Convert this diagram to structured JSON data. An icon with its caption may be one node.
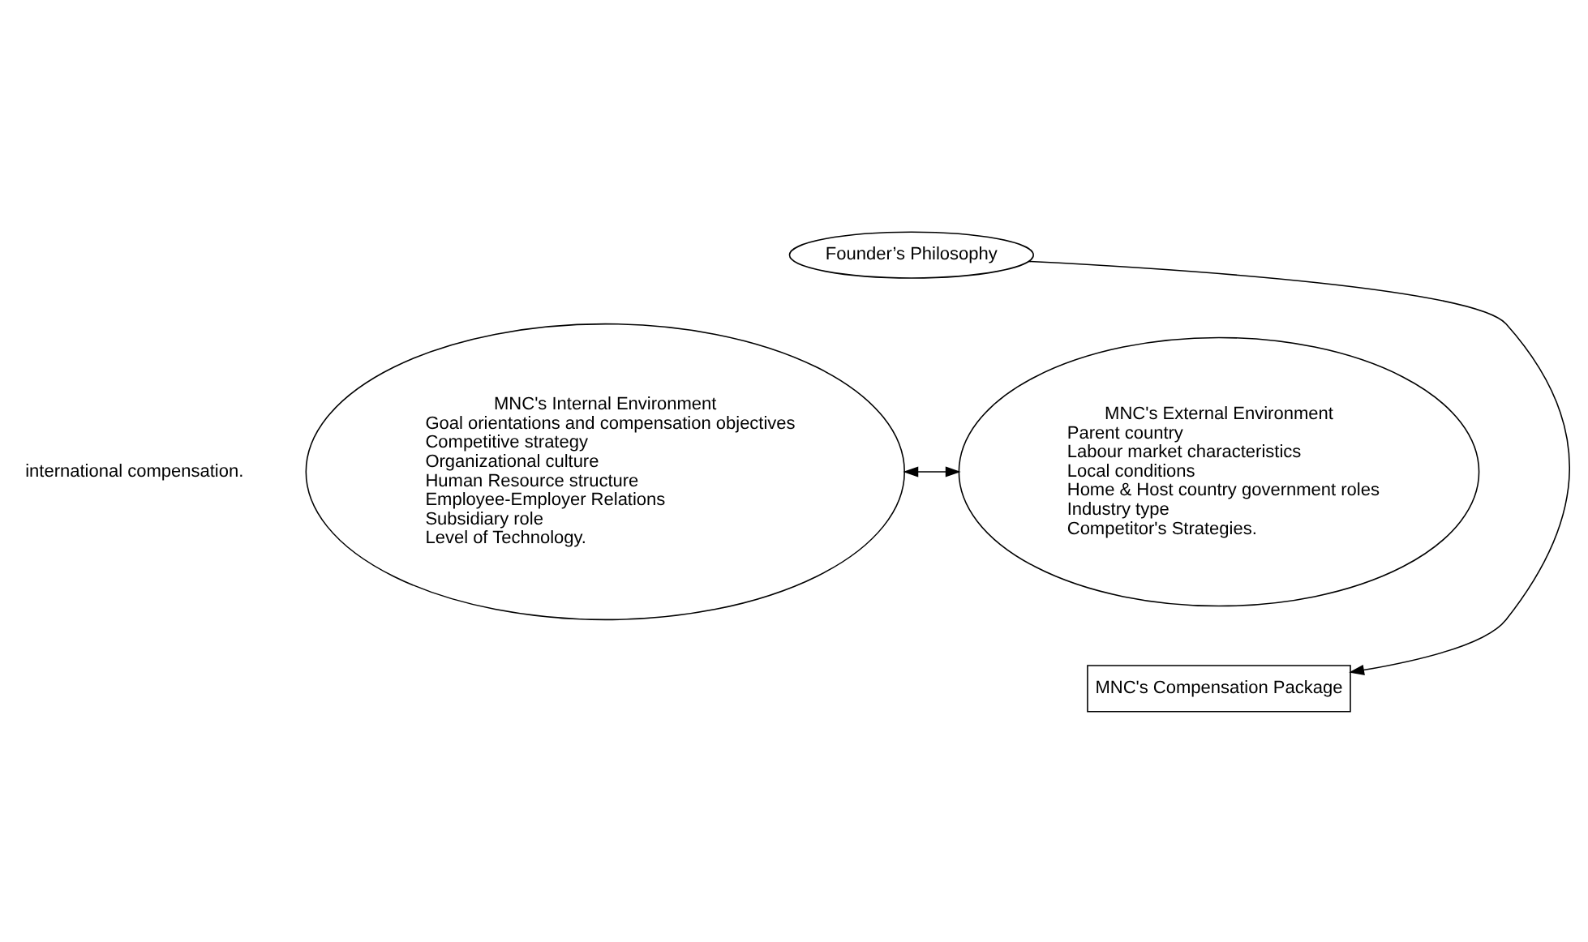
{
  "diagram": {
    "nodes": [
      {
        "text": [
          "Founder’s Philosophy"
        ]
      },
      {
        "text": [
          "MNC's Internal Environment",
          "Goal orientations and compensation objectives",
          "Competitive strategy",
          "Organizational culture",
          "Human Resource structure",
          "Employee-Employer Relations",
          "Subsidiary role",
          "Level of Technology."
        ]
      },
      {
        "text": [
          "MNC's External Environment",
          "Parent country",
          "Labour market characteristics",
          "Local conditions",
          "Home & Host country government roles",
          "Industry type",
          "Competitor's Strategies."
        ]
      },
      {
        "text": [
          "MNC's Compensation Package"
        ]
      }
    ],
    "edges": [
      {
        "from": 0,
        "to": 3,
        "arrow": "to"
      },
      {
        "from": 1,
        "to": 2,
        "arrow": "both"
      }
    ],
    "labels": [
      "international compensation."
    ]
  }
}
